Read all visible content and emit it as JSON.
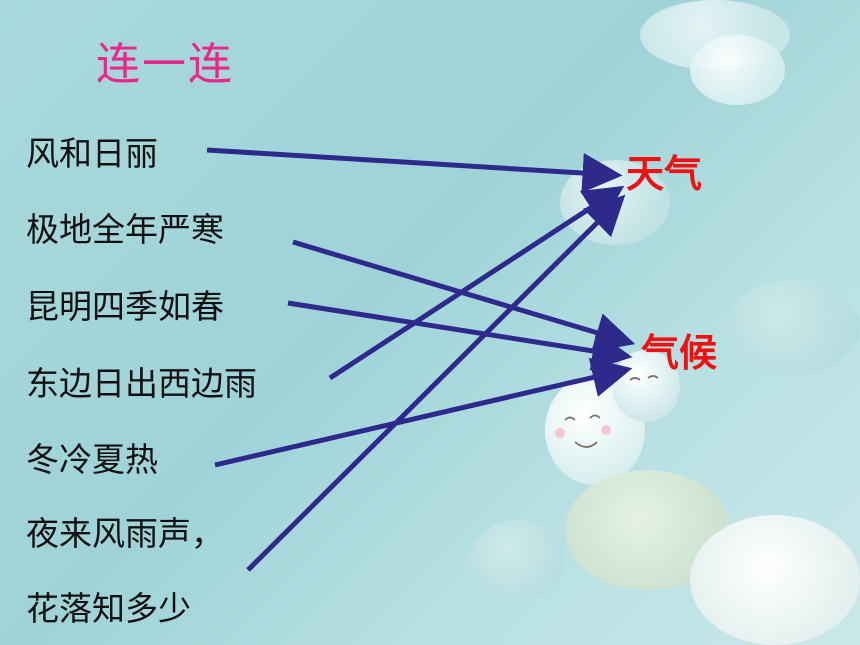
{
  "title": "连一连",
  "items": [
    "风和日丽",
    "极地全年严寒",
    "昆明四季如春",
    "东边日出西边雨",
    "冬冷夏热",
    "夜来风雨声，",
    "花落知多少"
  ],
  "targets": [
    "天气",
    "气候"
  ],
  "connections": [
    {
      "from": "风和日丽",
      "to": "天气"
    },
    {
      "from": "极地全年严寒",
      "to": "气候"
    },
    {
      "from": "昆明四季如春",
      "to": "气候"
    },
    {
      "from": "东边日出西边雨",
      "to": "天气"
    },
    {
      "from": "冬冷夏热",
      "to": "气候"
    },
    {
      "from": "夜来风雨声，花落知多少",
      "to": "天气"
    }
  ],
  "colors": {
    "title": "#e8288c",
    "target": "#ee1111",
    "arrow": "#2e2a8c"
  }
}
